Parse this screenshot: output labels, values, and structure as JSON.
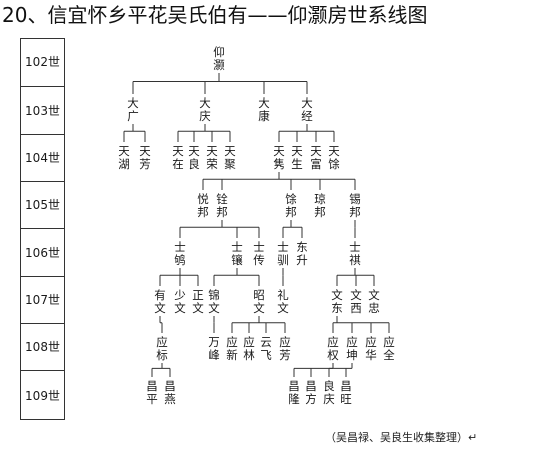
{
  "title": "20、信宜怀乡平花吴氏伯有——仰灏房世系线图",
  "credit": "（吴昌禄、吴良生收集整理）↵",
  "generations": [
    "102世",
    "103世",
    "104世",
    "105世",
    "106世",
    "107世",
    "108世",
    "109世"
  ],
  "people": [
    {
      "id": "p0",
      "name": "仰灏",
      "gen": 0
    },
    {
      "id": "p1",
      "name": "大广",
      "gen": 1,
      "parent": "p0"
    },
    {
      "id": "p2",
      "name": "大庆",
      "gen": 1,
      "parent": "p0"
    },
    {
      "id": "p3",
      "name": "大康",
      "gen": 1,
      "parent": "p0"
    },
    {
      "id": "p4",
      "name": "大经",
      "gen": 1,
      "parent": "p0"
    },
    {
      "id": "p5",
      "name": "天湖",
      "gen": 2,
      "parent": "p1"
    },
    {
      "id": "p6",
      "name": "天芳",
      "gen": 2,
      "parent": "p1"
    },
    {
      "id": "p7",
      "name": "天在",
      "gen": 2,
      "parent": "p2"
    },
    {
      "id": "p8",
      "name": "天良",
      "gen": 2,
      "parent": "p2"
    },
    {
      "id": "p9",
      "name": "天荣",
      "gen": 2,
      "parent": "p2"
    },
    {
      "id": "p10",
      "name": "天聚",
      "gen": 2,
      "parent": "p2"
    },
    {
      "id": "p11",
      "name": "天隽",
      "gen": 2,
      "parent": "p4"
    },
    {
      "id": "p12",
      "name": "天生",
      "gen": 2,
      "parent": "p4"
    },
    {
      "id": "p13",
      "name": "天富",
      "gen": 2,
      "parent": "p4"
    },
    {
      "id": "p14",
      "name": "天馀",
      "gen": 2,
      "parent": "p4"
    },
    {
      "id": "p15",
      "name": "悦邦",
      "gen": 3,
      "parent": "p11"
    },
    {
      "id": "p16",
      "name": "铨邦",
      "gen": 3,
      "parent": "p11"
    },
    {
      "id": "p17",
      "name": "馀邦",
      "gen": 3,
      "parent": "p11"
    },
    {
      "id": "p18",
      "name": "琼邦",
      "gen": 3,
      "parent": "p11"
    },
    {
      "id": "p19",
      "name": "锡邦",
      "gen": 3,
      "parent": "p11"
    },
    {
      "id": "p20",
      "name": "士鸲",
      "gen": 4,
      "parent": "p16"
    },
    {
      "id": "p21",
      "name": "士镶",
      "gen": 4,
      "parent": "p16"
    },
    {
      "id": "p22",
      "name": "士传",
      "gen": 4,
      "parent": "p16"
    },
    {
      "id": "p23",
      "name": "士驯",
      "gen": 4,
      "parent": "p17"
    },
    {
      "id": "p24",
      "name": "东升",
      "gen": 4,
      "parent": "p17"
    },
    {
      "id": "p25",
      "name": "士祺",
      "gen": 4,
      "parent": "p19"
    },
    {
      "id": "p26",
      "name": "有文",
      "gen": 5,
      "parent": "p20"
    },
    {
      "id": "p27",
      "name": "少文",
      "gen": 5,
      "parent": "p20"
    },
    {
      "id": "p28",
      "name": "正文",
      "gen": 5,
      "parent": "p20"
    },
    {
      "id": "p29",
      "name": "锦文",
      "gen": 5,
      "parent": "p21"
    },
    {
      "id": "p30",
      "name": "昭文",
      "gen": 5,
      "parent": "p21"
    },
    {
      "id": "p31",
      "name": "礼文",
      "gen": 5,
      "parent": "p23"
    },
    {
      "id": "p32",
      "name": "文东",
      "gen": 5,
      "parent": "p25"
    },
    {
      "id": "p33",
      "name": "文西",
      "gen": 5,
      "parent": "p25"
    },
    {
      "id": "p34",
      "name": "文忠",
      "gen": 5,
      "parent": "p25"
    },
    {
      "id": "p35",
      "name": "应标",
      "gen": 6,
      "parent": "p26"
    },
    {
      "id": "p36",
      "name": "万峰",
      "gen": 6,
      "parent": "p29"
    },
    {
      "id": "p37",
      "name": "应新",
      "gen": 6,
      "parent": "p30"
    },
    {
      "id": "p38",
      "name": "应林",
      "gen": 6,
      "parent": "p30"
    },
    {
      "id": "p39",
      "name": "云飞",
      "gen": 6,
      "parent": "p30"
    },
    {
      "id": "p40",
      "name": "应芳",
      "gen": 6,
      "parent": "p30"
    },
    {
      "id": "p41",
      "name": "应权",
      "gen": 6,
      "parent": "p32"
    },
    {
      "id": "p42",
      "name": "应坤",
      "gen": 6,
      "parent": "p32"
    },
    {
      "id": "p43",
      "name": "应华",
      "gen": 6,
      "parent": "p32"
    },
    {
      "id": "p44",
      "name": "应全",
      "gen": 6,
      "parent": "p32"
    },
    {
      "id": "p45",
      "name": "昌平",
      "gen": 7,
      "parent": "p35"
    },
    {
      "id": "p46",
      "name": "昌燕",
      "gen": 7,
      "parent": "p35"
    },
    {
      "id": "p47",
      "name": "昌隆",
      "gen": 7,
      "parent": "p41"
    },
    {
      "id": "p48",
      "name": "昌方",
      "gen": 7,
      "parent": "p41"
    },
    {
      "id": "p49",
      "name": "良庆",
      "gen": 7,
      "parent": "p42"
    },
    {
      "id": "p50",
      "name": "昌旺",
      "gen": 7,
      "parent": "p42"
    }
  ]
}
